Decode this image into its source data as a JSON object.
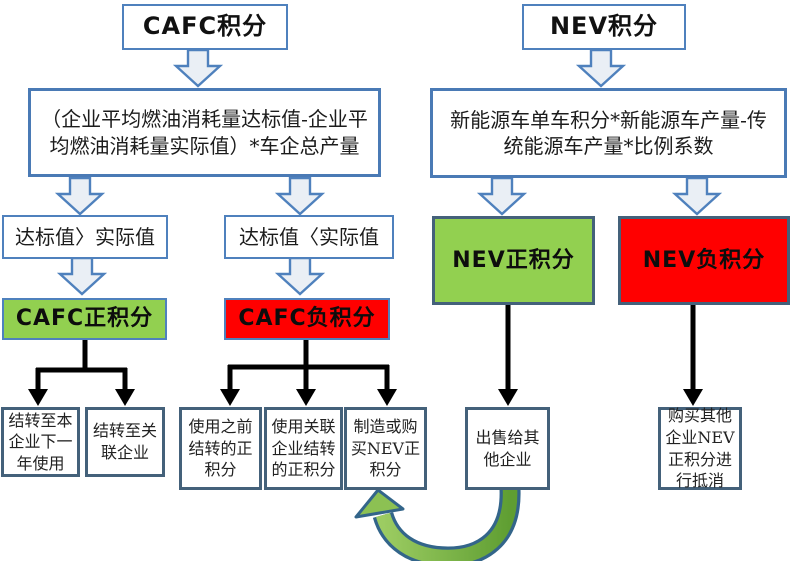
{
  "nodes": {
    "cafc_title": "CAFC积分",
    "nev_title": "NEV积分",
    "cafc_formula": "（企业平均燃油消耗量达标值-企业平均燃油消耗量实际值）*车企总产量",
    "nev_formula": "新能源车单车积分*新能源车产量-传统能源车产量*比例系数",
    "cond_gt": "达标值〉实际值",
    "cond_lt": "达标值〈实际值",
    "nev_pos": "NEV正积分",
    "nev_neg": "NEV负积分",
    "cafc_pos": "CAFC正积分",
    "cafc_neg": "CAFC负积分",
    "carry_next_year": "结转至本企业下一年使用",
    "carry_affiliate": "结转至关联企业",
    "use_prior_credits": "使用之前结转的正积分",
    "use_affiliate_credits": "使用关联企业结转的正积分",
    "make_or_buy_nev": "制造或购买NEV正积分",
    "sell_to_others": "出售给其他企业",
    "buy_to_offset": "购买其他企业NEV正积分进行抵消"
  },
  "colors": {
    "box_border_blue": "#4f81bd",
    "box_border_slate": "#44617a",
    "positive_green": "#92d050",
    "negative_red": "#ff0000",
    "block_arrow_fill": "#eaeff5",
    "black_arrow": "#000000",
    "ribbon_green_light": "#9ccc62",
    "ribbon_green_dark": "#5f9e32",
    "ribbon_outline": "#33658a"
  }
}
